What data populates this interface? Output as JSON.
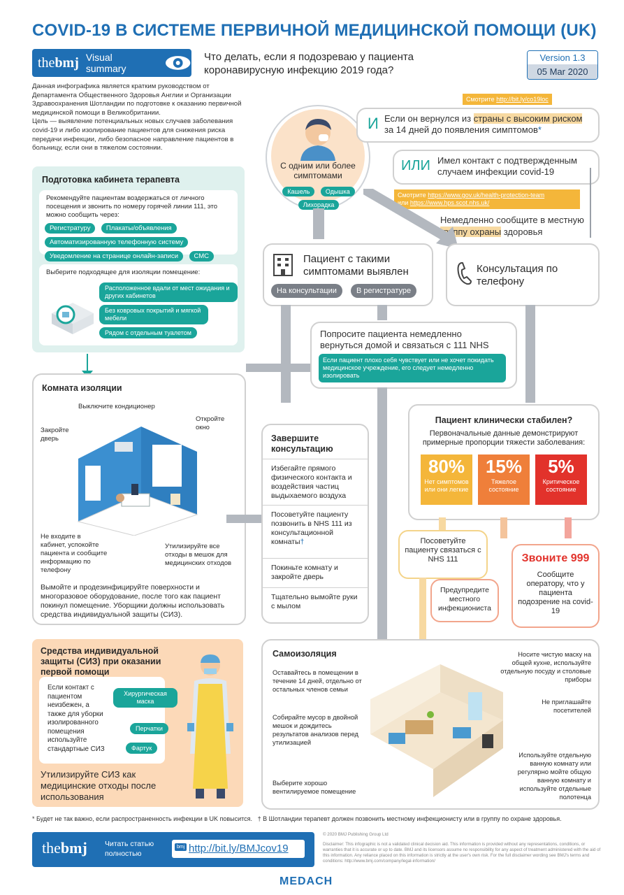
{
  "header": {
    "title": "COVID-19 В СИСТЕМЕ ПЕРВИЧНОЙ МЕДИЦИНСКОЙ ПОМОЩИ (UK)",
    "brand_the": "the",
    "brand_bmj": "bmj",
    "visual_summary": "Visual summary",
    "question_line1": "Что делать, если я подозреваю у пациента",
    "question_line2": "коронавирусную инфекцию 2019 года?",
    "version": "Version 1.3",
    "date": "05 Mar 2020"
  },
  "intro": {
    "p1": "Данная инфографика является кратким руководством от Департамента Общественного Здоровья Англии и Организации Здравоохранения Шотландии по подготовке к оказанию первичной медицинской помощи в Великобритании.",
    "p2": "Цель — выявление потенциальных новых случаев заболевания covid-19 и либо изолирование пациентов для снижения риска передачи инфекции, либо безопасное направление пациентов в больницу, если они в тяжелом состоянии."
  },
  "prep": {
    "heading": "Подготовка кабинета терапевта",
    "advice": "Рекомендуйте пациентам воздержаться от личного посещения и звонить по номеру горячей линии 111, это можно сообщить через:",
    "chips": [
      "Регистратуру",
      "Плакаты/объявления",
      "Автоматизированную телефонную систему",
      "Уведомление на странице онлайн-записи",
      "СМС"
    ],
    "room_heading": "Выберите подходящее для изоляции помещение:",
    "room_chips": [
      "Расположенное вдали от мест ожидания и других кабинетов",
      "Без ковровых покрытий и мягкой мебели",
      "Рядом с отдельным туалетом"
    ]
  },
  "symptoms": {
    "label": "С одним или более симптомами",
    "chips": [
      "Кашель",
      "Одышка",
      "Лихорадка"
    ]
  },
  "criteria": {
    "see_label": "Смотрите",
    "see_link": "http://bit.ly/co19loc",
    "and": "И",
    "returned_pre": "Если он вернулся из",
    "returned_hl": "страны с высоким риском",
    "returned_post": "за 14 дней до появления симптомов",
    "star": "*",
    "or": "ИЛИ",
    "contact": "Имел контакт с подтвержденным случаем инфекции covid-19",
    "see2_label": "Смотрите",
    "see2_link1": "https://www.gov.uk/health-protection-team",
    "see2_or": "или",
    "see2_link2": "https://www.hps.scot.nhs.uk/",
    "notify_pre": "Немедленно сообщите в местную",
    "notify_hl": "группу охраны",
    "notify_post": "здоровья"
  },
  "identified": {
    "title": "Пациент с такими симптомами выявлен",
    "pill1": "На консультации",
    "pill2": "В регистратуре"
  },
  "phone": {
    "title": "Консультация по телефону"
  },
  "home": {
    "text": "Попросите пациента немедленно вернуться домой и связаться с 111 NHS",
    "note": "Если пациент плохо себя чувствует или не хочет покидать медицинское учреждение, его следует немедленно изолировать"
  },
  "isolation_room": {
    "heading": "Комната изоляции",
    "ac": "Выключите кондиционер",
    "door": "Закройте дверь",
    "window": "Откройте окно",
    "dont_enter": "Не входите в кабинет, успокойте пациента и сообщите информацию по телефону",
    "dispose": "Утилизируйте все отходы в мешок для медицинских отходов",
    "clean": "Вымойте и продезинфицируйте поверхности и многоразовое оборудование, после того как пациент покинул помещение. Уборщики должны использовать средства индивидуальной защиты (СИЗ)."
  },
  "finish": {
    "heading": "Завершите консультацию",
    "steps": [
      "Избегайте прямого физического контакта и воздействия частиц выдыхаемого воздуха",
      "Посоветуйте пациенту позвонить в NHS 111 из консультационной комнаты",
      "Покиньте комнату и закройте дверь",
      "Тщательно вымойте руки с мылом"
    ],
    "dagger": "†"
  },
  "stable": {
    "heading": "Пациент клинически стабилен?",
    "sub": "Первоначальные данные демонстрируют примерные пропорции тяжести заболевания:",
    "stats": [
      {
        "pct": "80%",
        "label": "Нет симптомов или они легкие",
        "color": "#f4b63a"
      },
      {
        "pct": "15%",
        "label": "Тяжелое состояние",
        "color": "#ef7f3a"
      },
      {
        "pct": "5%",
        "label": "Критическое состояние",
        "color": "#e2322b"
      }
    ]
  },
  "advise111": "Посоветуйте пациенту связаться с NHS 111",
  "call999": {
    "title": "Звоните 999",
    "text": "Сообщите оператору, что у пациента подозрение на covid-19"
  },
  "warn": "Предупредите местного инфекциониста",
  "ppe": {
    "heading": "Средства индивидуальной защиты (СИЗ) при оказании первой помощи",
    "text": "Если контакт с пациентом неизбежен, а также для уборки изолированного помещения используйте стандартные СИЗ",
    "chips": [
      "Хирургическая маска",
      "Перчатки",
      "Фартук"
    ],
    "dispose": "Утилизируйте СИЗ как медицинские отходы после использования"
  },
  "self_iso": {
    "heading": "Самоизоляция",
    "left": [
      "Оставайтесь в помещении в течение 14 дней, отдельно от остальных членов семьи",
      "Собирайте мусор в двойной мешок и дождитесь результатов анализов перед утилизацией",
      "Выберите хорошо вентилируемое помещение"
    ],
    "right": [
      "Носите чистую маску на общей кухне, используйте отдельную посуду и столовые приборы",
      "Не приглашайте посетителей",
      "Используйте отдельную ванную комнату или регулярно мойте общую ванную комнату и используйте отдельные полотенца"
    ]
  },
  "footnotes": {
    "star": "* Будет не так важно, если распространенность инфекции в UK повысится.",
    "dagger": "† В Шотландии терапевт должен позвонить местному инфекционисту или в группу по охране здоровья."
  },
  "footer": {
    "read_label": "Читать статью полностью",
    "link": "http://bit.ly/BMJcov19",
    "copyright": "© 2020 BMJ Publishing Group Ltd",
    "disclaimer": "Disclaimer: This infographic is not a validated clinical decision aid. This information is provided without any representations, conditions, or warranties that it is accurate or up to date. BMJ and its licensors assume no responsibility for any aspect of treatment administered with the aid of this information. Any reliance placed on this information is strictly at the user's own risk. For the full disclaimer wording see BMJ's terms and conditions: http://www.bmj.com/company/legal-information/",
    "medach": "MEDACH"
  }
}
